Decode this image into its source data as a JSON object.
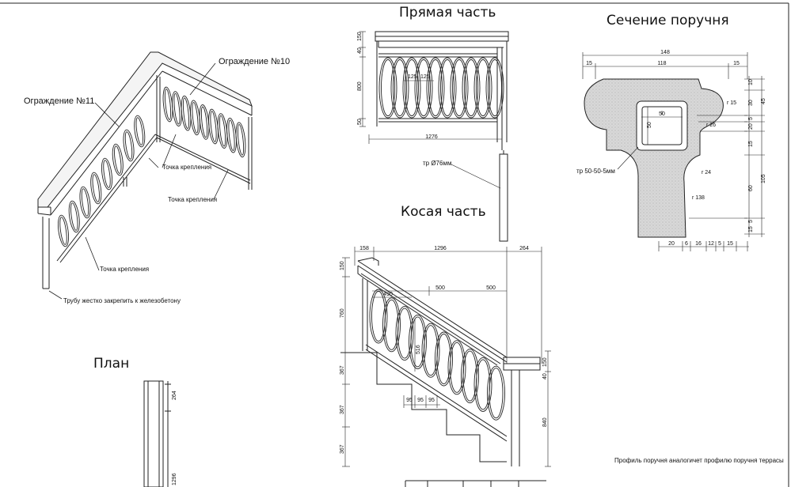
{
  "titles": {
    "straight": "Прямая часть",
    "section": "Сечение поручня",
    "slanted": "Косая часть",
    "plan": "План"
  },
  "labels": {
    "guard10": "Ограждение №10",
    "guard11": "Ограждение №11",
    "attach": "Точка крепления",
    "pipe_fix": "Трубу жестко закрепить к железобетону",
    "pipe76": "тр Ø76мм",
    "pipe50": "тр 50-50-5мм",
    "profile_note": "Профиль поручня аналогичет профилю поручня террасы"
  },
  "dims": {
    "straight": {
      "len": "1276",
      "h800": "800",
      "h150": "150",
      "h40": "40",
      "w125a": "125",
      "w125b": "125",
      "h50": "50"
    },
    "section": {
      "w148": "148",
      "w15a": "15",
      "w118": "118",
      "w15b": "15",
      "w50a": "50",
      "w50b": "50",
      "r15": "r 15",
      "r26": "r 26",
      "r24": "r 24",
      "r138": "r 138",
      "v10": "10",
      "v30": "30",
      "v45": "45",
      "v5a": "5",
      "v20": "20",
      "v15": "15",
      "v60": "60",
      "v105": "105",
      "v5b": "5",
      "v15b": "15",
      "b20": "20",
      "b6": "6",
      "b16": "16",
      "b12": "12",
      "b5": "5",
      "b15": "15"
    },
    "slanted": {
      "w158": "158",
      "w1296": "1296",
      "w264": "264",
      "w500a": "500",
      "w500b": "500",
      "w490": "490",
      "v150": "150",
      "v760": "760",
      "v367a": "367",
      "v367b": "367",
      "v367c": "367",
      "v840": "840",
      "v150b": "150",
      "v40": "40",
      "w95a": "95",
      "w95b": "95",
      "w95c": "95",
      "v516": "516"
    },
    "plan": {
      "v264": "264",
      "v1296": "1296"
    }
  }
}
